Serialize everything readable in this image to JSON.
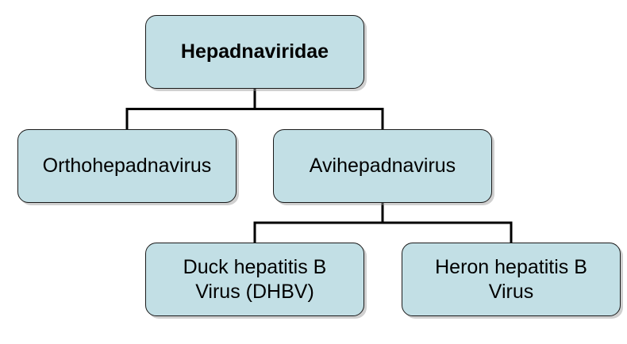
{
  "colors": {
    "box_fill": "#c2dfe5",
    "border": "#1a1a1a",
    "connector": "#000000"
  },
  "nodes": {
    "root": {
      "label": "Hepadnaviridae"
    },
    "ortho": {
      "label": "Orthohepadnavirus"
    },
    "avi": {
      "label": "Avihepadnavirus"
    },
    "duck": {
      "label": "Duck hepatitis B\nVirus (DHBV)"
    },
    "heron": {
      "label": "Heron hepatitis B\nVirus"
    }
  },
  "edges": [
    {
      "from": "root",
      "to": "ortho"
    },
    {
      "from": "root",
      "to": "avi"
    },
    {
      "from": "avi",
      "to": "duck"
    },
    {
      "from": "avi",
      "to": "heron"
    }
  ]
}
